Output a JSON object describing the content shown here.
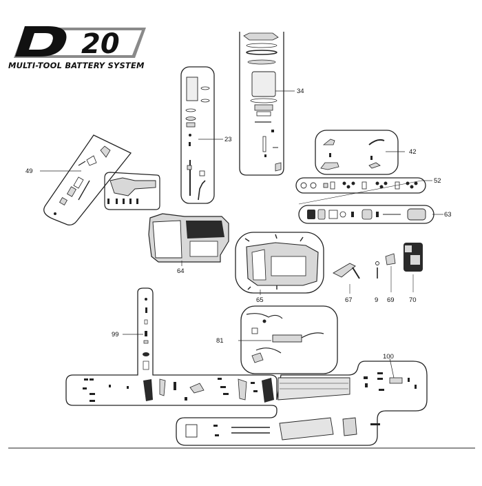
{
  "brand": {
    "logo_text": "D20",
    "subtitle": "MULTI-TOOL BATTERY SYSTEM"
  },
  "callouts": [
    {
      "key": "34",
      "label": "34"
    },
    {
      "key": "23",
      "label": "23"
    },
    {
      "key": "42",
      "label": "42"
    },
    {
      "key": "49",
      "label": "49"
    },
    {
      "key": "52",
      "label": "52"
    },
    {
      "key": "63",
      "label": "63"
    },
    {
      "key": "64",
      "label": "64"
    },
    {
      "key": "65",
      "label": "65"
    },
    {
      "key": "67",
      "label": "67"
    },
    {
      "key": "9",
      "label": "9"
    },
    {
      "key": "69",
      "label": "69"
    },
    {
      "key": "70",
      "label": "70"
    },
    {
      "key": "99",
      "label": "99"
    },
    {
      "key": "81",
      "label": "81"
    },
    {
      "key": "100",
      "label": "100"
    }
  ],
  "colors": {
    "ink": "#111111",
    "outline": "#222222",
    "part_fill": "#d8d8d8",
    "dark_part": "#2a2a2a",
    "logo_gray": "#8a8a8a"
  }
}
